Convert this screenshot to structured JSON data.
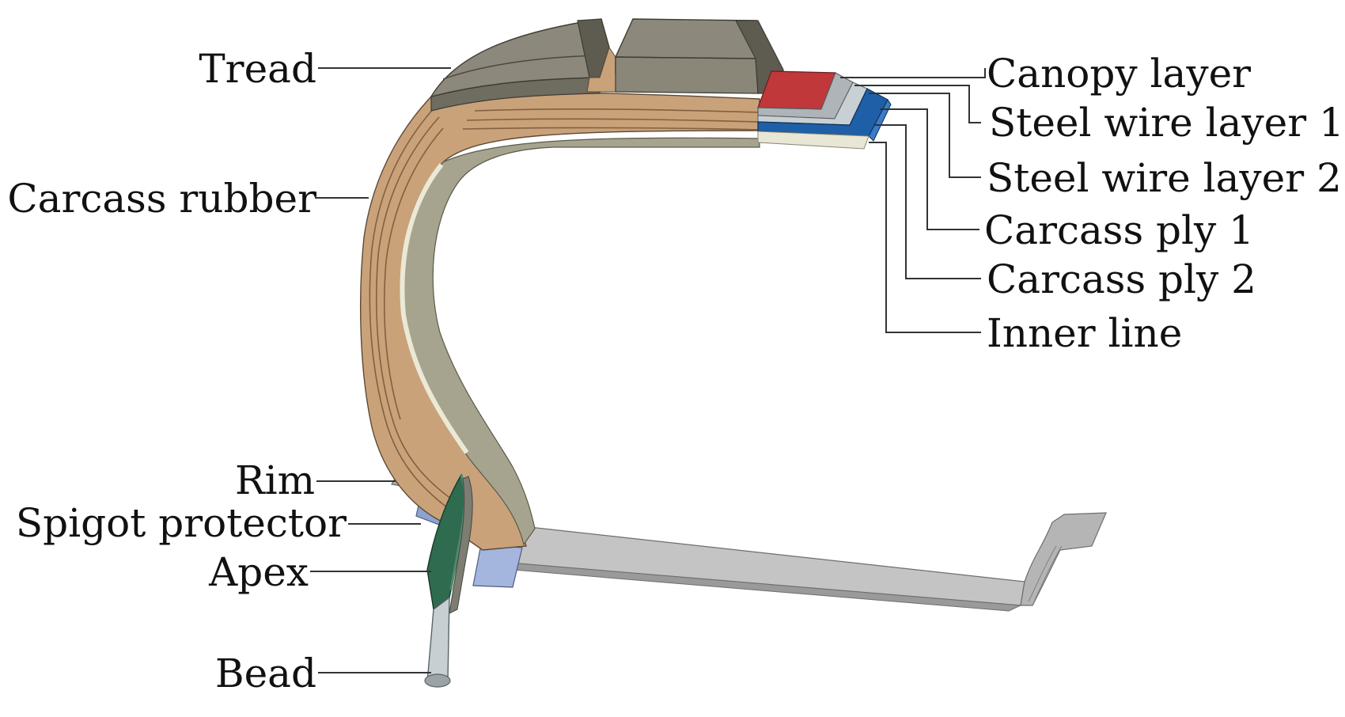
{
  "labels": {
    "tread": "Tread",
    "canopy_layer": "Canopy layer",
    "steel_wire_layer_1": "Steel wire layer 1",
    "steel_wire_layer_2": "Steel wire layer 2",
    "carcass_ply_1": "Carcass ply 1",
    "carcass_ply_2": "Carcass ply 2",
    "inner_line": "Inner line",
    "carcass_rubber": "Carcass rubber",
    "rim": "Rim",
    "spigot_protector": "Spigot protector",
    "apex": "Apex",
    "bead": "Bead"
  },
  "colors": {
    "tread_face": "#8c897c",
    "tread_top": "#7a7769",
    "tread_side": "#5e5b50",
    "carcass_rubber": "#c9a27a",
    "sidewall_inner": "#a6a48f",
    "inner_line": "#e8e6d4",
    "canopy_layer": "#c0383a",
    "steel_wire_1": "#aeb4b8",
    "steel_wire_2": "#1f5fa8",
    "carcass_ply_blue": "#2a6fbd",
    "rim": "#bfbfbf",
    "spigot_protector": "#9aaed6",
    "apex": "#2f6b4f",
    "bead": "#c7cfd2"
  }
}
